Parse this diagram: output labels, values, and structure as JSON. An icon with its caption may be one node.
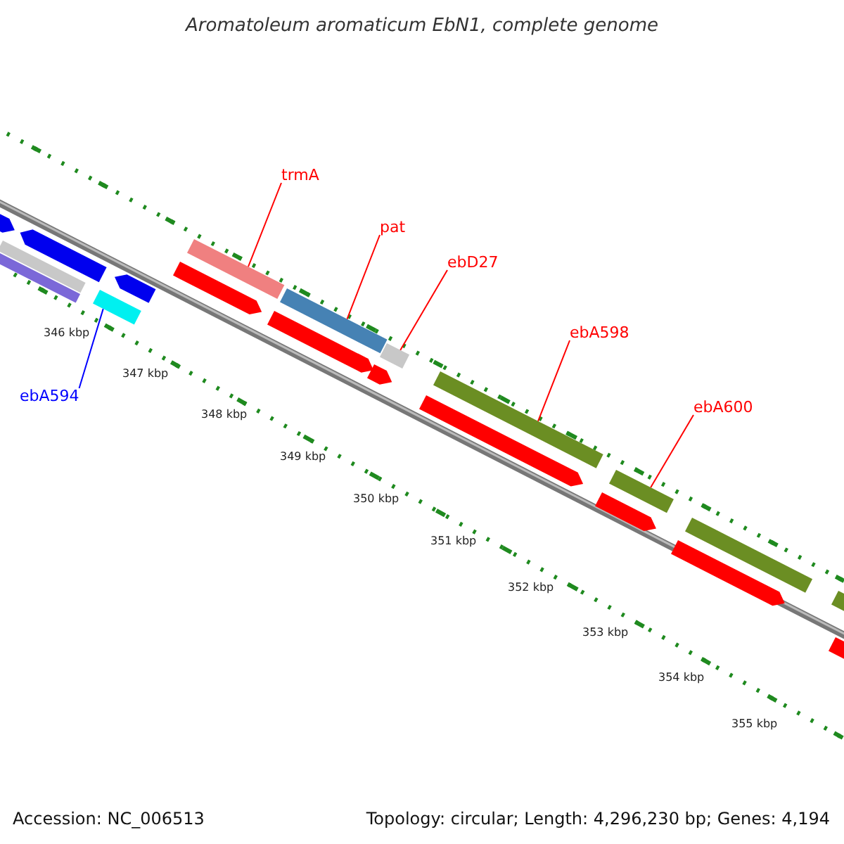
{
  "diagram": {
    "title": "Aromatoleum aromaticum EbN1, complete genome",
    "nodes": [
      {
        "text": [
          "trmA"
        ]
      },
      {
        "text": [],
        "shape": "bar"
      },
      {
        "text": [
          "pat"
        ]
      },
      {
        "text": [],
        "shape": "bar"
      },
      {
        "text": [
          "ebD27"
        ]
      },
      {
        "text": [],
        "shape": "bar"
      },
      {
        "text": [
          "ebA598"
        ]
      },
      {
        "text": [],
        "shape": "bar"
      },
      {
        "text": [
          "ebA600"
        ]
      },
      {
        "text": [],
        "shape": "bar"
      },
      {
        "text": [
          "ebA594"
        ]
      },
      {
        "text": [],
        "shape": "bar"
      },
      {
        "text": [],
        "shape": "bar"
      },
      {
        "text": [],
        "shape": "bar"
      },
      {
        "text": [],
        "shape": "bar"
      },
      {
        "text": [],
        "shape": "bar"
      },
      {
        "text": [],
        "shape": "bar"
      },
      {
        "text": [],
        "shape": "bar"
      },
      {
        "text": [],
        "shape": "bar"
      },
      {
        "text": [],
        "shape": "bar"
      },
      {
        "text": [],
        "shape": "bar"
      },
      {
        "text": [],
        "shape": "bar"
      },
      {
        "text": [],
        "shape": "bar"
      },
      {
        "text": [],
        "shape": "bar"
      },
      {
        "text": [],
        "shape": "bar"
      },
      {
        "text": [],
        "shape": "bar"
      }
    ],
    "edges": [
      {
        "from": 0,
        "to": 1,
        "arrow": "none"
      },
      {
        "from": 2,
        "to": 3,
        "arrow": "none"
      },
      {
        "from": 4,
        "to": 5,
        "arrow": "none"
      },
      {
        "from": 6,
        "to": 7,
        "arrow": "none"
      },
      {
        "from": 8,
        "to": 9,
        "arrow": "none"
      },
      {
        "from": 10,
        "to": 11,
        "arrow": "none",
        "color": "#0000ff"
      }
    ],
    "labels": [
      "346 kbp",
      "347 kbp",
      "348 kbp",
      "349 kbp",
      "350 kbp",
      "351 kbp",
      "352 kbp",
      "353 kbp",
      "354 kbp",
      "355 kbp",
      "Accession: NC_006513",
      "Topology: circular; Length: 4,296,230 bp; Genes: 4,194"
    ]
  }
}
